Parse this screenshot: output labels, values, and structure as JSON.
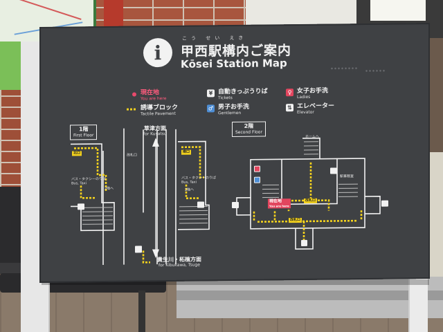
{
  "sign": {
    "title_ruby": "こう せい えき",
    "title_ja": "甲西駅構内ご案内",
    "title_en": "Kōsei Station Map",
    "info_icon": "info-icon"
  },
  "legend": {
    "you_are_here_ja": "現在地",
    "you_are_here_en": "You are here",
    "tactile_ja": "誘導ブロック",
    "tactile_en": "Tactile Pavement",
    "tickets_ja": "自動きっぷうりば",
    "tickets_en": "Tickets",
    "men_ja": "男子お手洗",
    "men_en": "Gentlemen",
    "ladies_ja": "女子お手洗",
    "ladies_en": "Ladies",
    "elevator_ja": "エレベーター",
    "elevator_en": "Elevator"
  },
  "first_floor": {
    "badge_ja": "1階",
    "badge_en": "First Floor",
    "north_exit": "北口",
    "south_exit": "南口",
    "bus_taxi_ja": "バス・タクシーのりば",
    "bus_taxi_en": "Bus, Taxi",
    "to_2f": "2階へ",
    "kusatsu_ja": "草津方面",
    "kusatsu_en": "for Kusatsu",
    "kibukawa_ja": "貴生川・柘植方面",
    "kibukawa_en": "for Kibukawa, Tsuge",
    "ticket_gate": "改札口"
  },
  "second_floor": {
    "badge_ja": "2階",
    "badge_en": "Second Floor",
    "you_are_here_ja": "現在地",
    "you_are_here_en": "You are here",
    "platform": "ホームへ",
    "ticket_gate_1": "改札口",
    "ticket_gate_2": "改札口",
    "office": "駅事務室"
  },
  "colors": {
    "board": "#3f4144",
    "tactile_yellow": "#f4d21d",
    "here_pink": "#e84a6c",
    "men_blue": "#4f8fd6",
    "ladies_red": "#e2455e"
  }
}
